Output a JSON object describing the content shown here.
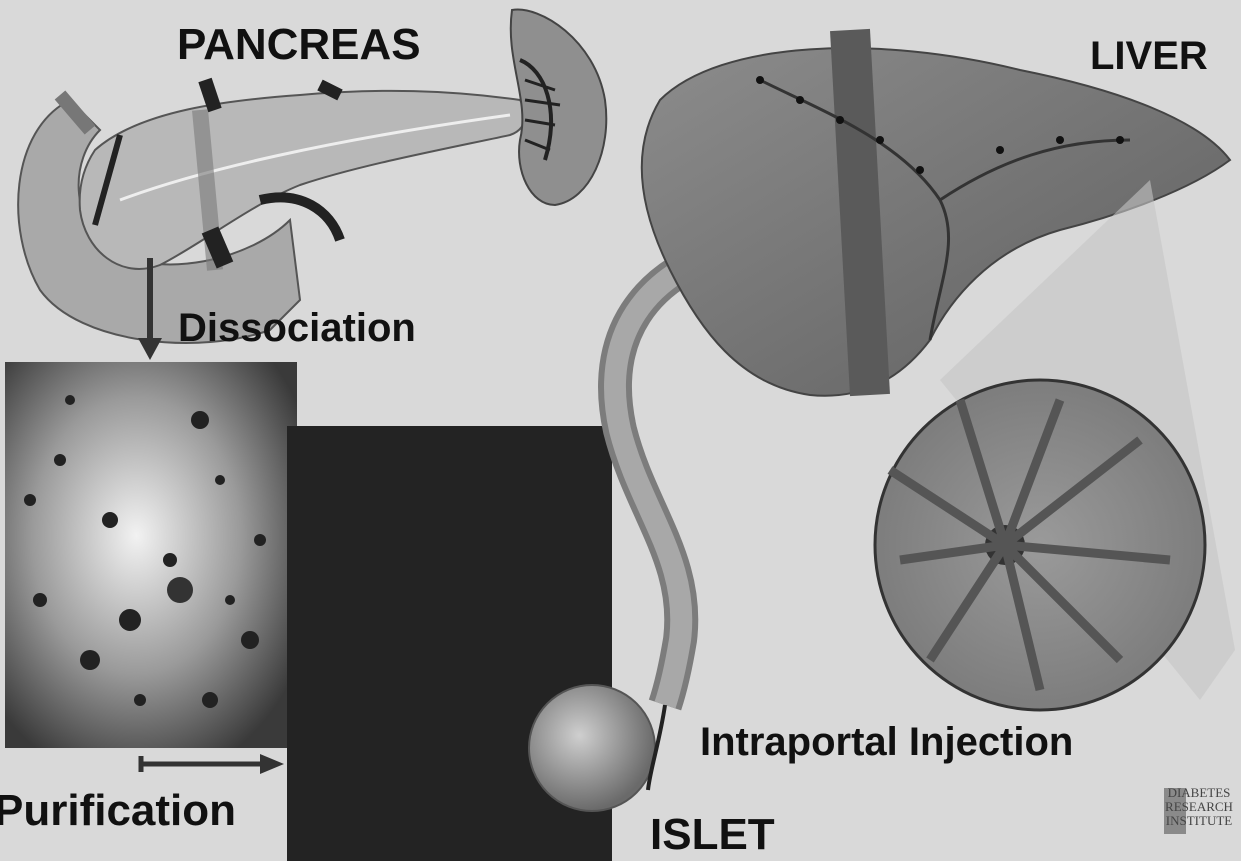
{
  "labels": {
    "pancreas": "PANCREAS",
    "liver": "LIVER",
    "dissociation": "Dissociation",
    "purification": "Purification",
    "intraportal_injection": "Intraportal Injection",
    "islet": "ISLET"
  },
  "logo": {
    "line1": "DIABETES",
    "line2": "RESEARCH",
    "line3": "INSTITUTE"
  },
  "colors": {
    "background": "#d9d9d9",
    "text": "#111111"
  }
}
